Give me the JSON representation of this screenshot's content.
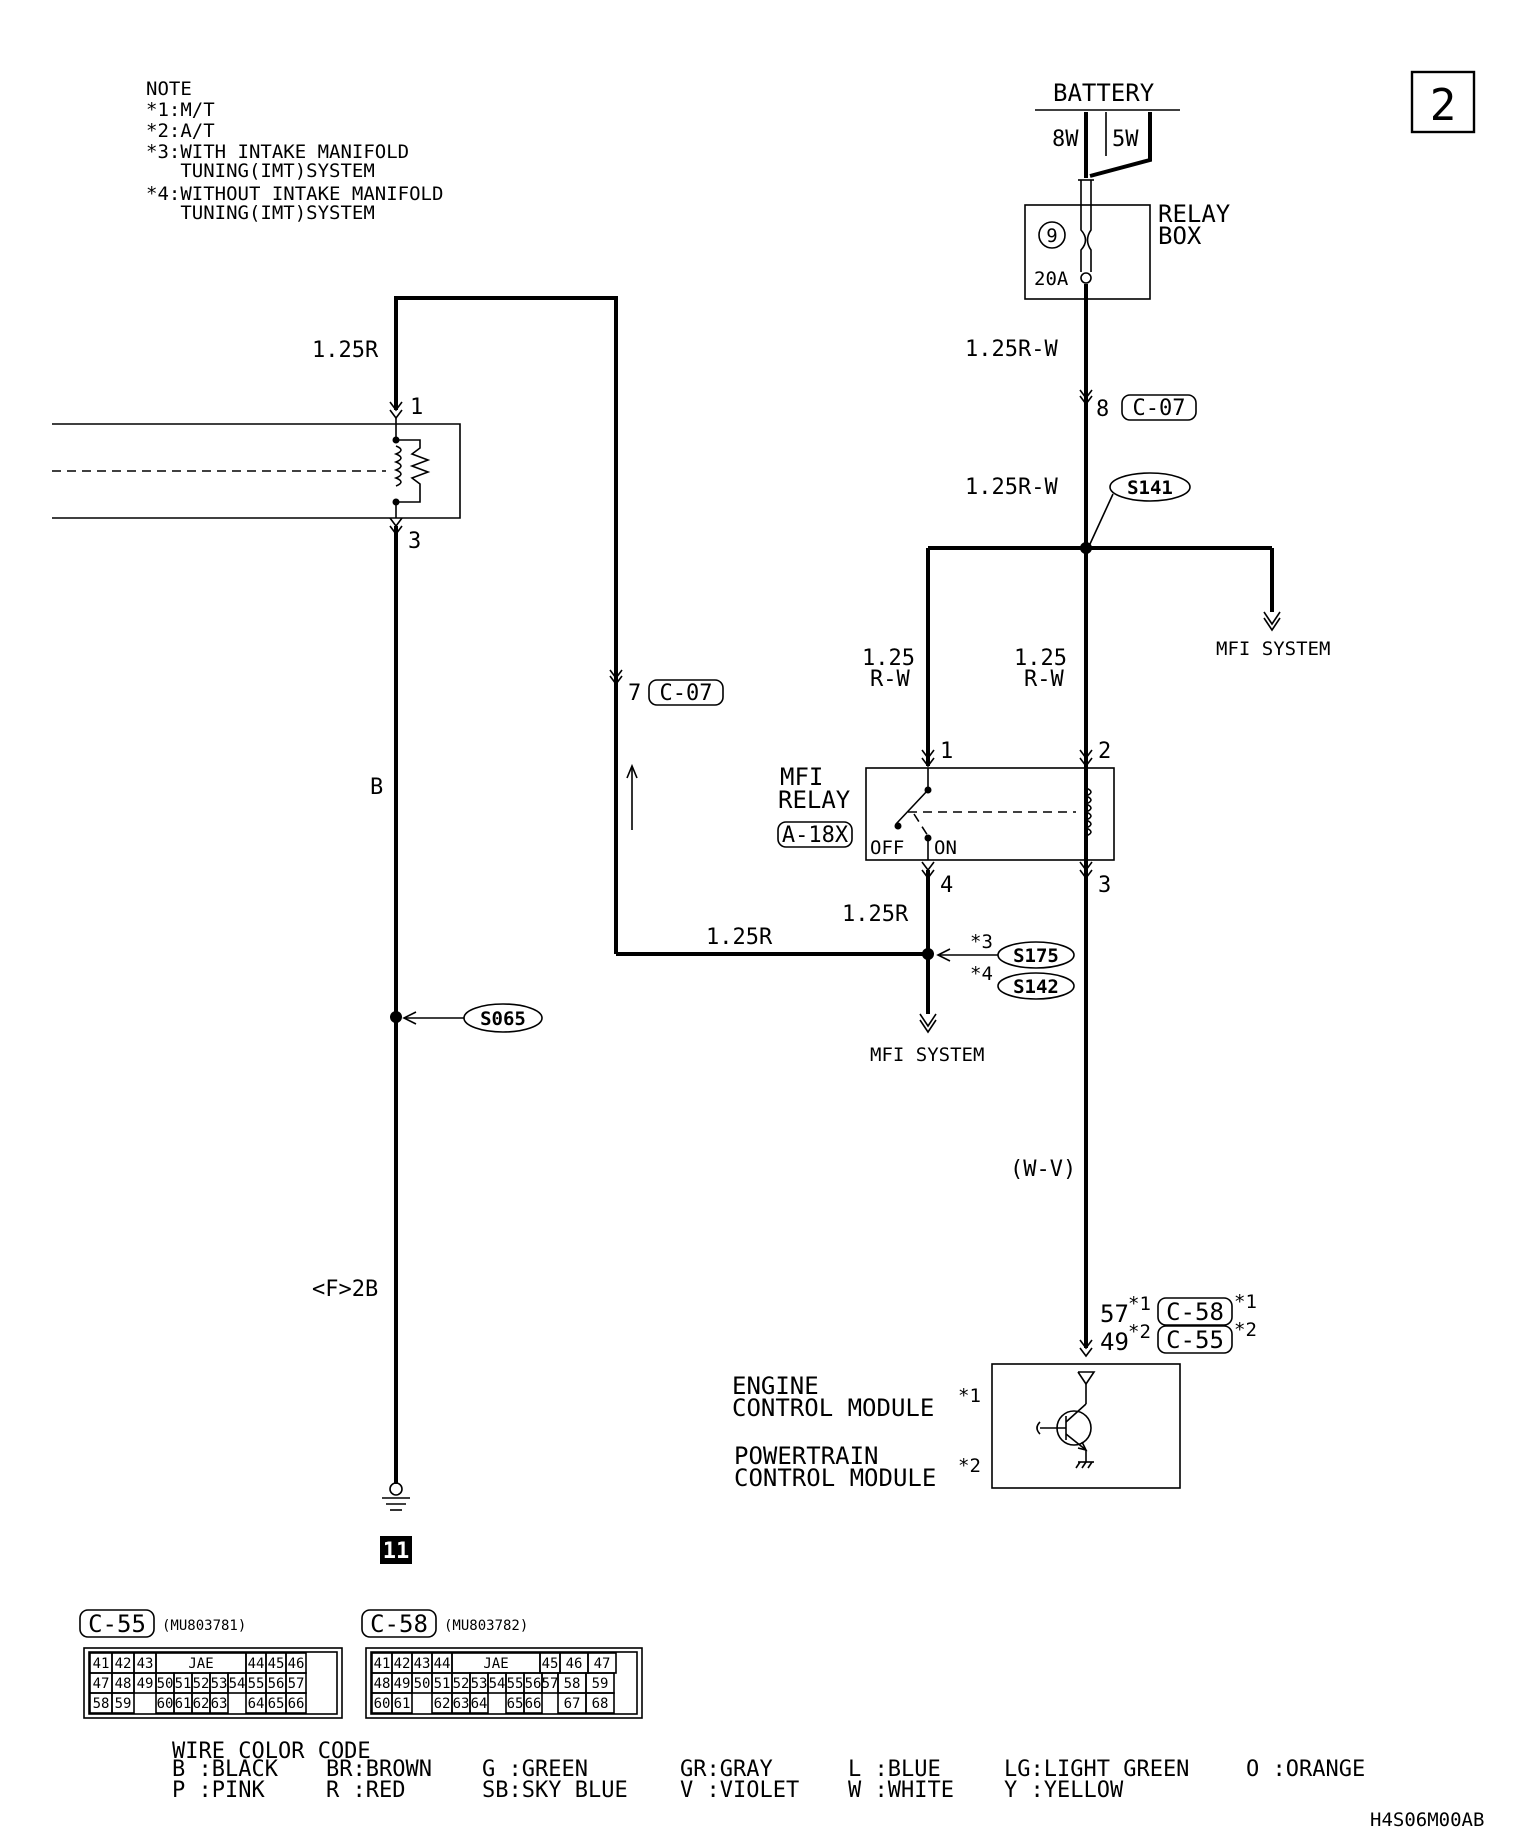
{
  "page_number": "2",
  "note": {
    "heading": "NOTE",
    "lines": [
      "*1:M/T",
      "*2:A/T",
      "*3:WITH INTAKE MANIFOLD",
      "   TUNING(IMT)SYSTEM",
      "*4:WITHOUT INTAKE MANIFOLD",
      "   TUNING(IMT)SYSTEM"
    ]
  },
  "battery": {
    "label": "BATTERY",
    "left_wire": "8W",
    "right_wire": "5W"
  },
  "relay_box": {
    "label_line1": "RELAY",
    "label_line2": "BOX",
    "fuse_number": "9",
    "fuse_rating": "20A"
  },
  "wires": {
    "w_top_left": "1.25R",
    "w_relaybox_out": "1.25R-W",
    "w_after_c07": "1.25R-W",
    "w_relay_pin1_l1": "1.25",
    "w_relay_pin1_l2": "R-W",
    "w_relay_pin2_l1": "1.25",
    "w_relay_pin2_l2": "R-W",
    "w_relay_pin4": "1.25R",
    "w_mid_horizontal": "1.25R",
    "w_left_vertical": "B",
    "w_left_lower": "<F>2B",
    "w_ecm_feed": "(W-V)"
  },
  "connectors": {
    "c07_pin8": "8",
    "c07_pin7": "7",
    "c07": "C-07",
    "relay_conn": "A-18X",
    "c58": "C-58",
    "c55": "C-55",
    "ecm_pin57": "57",
    "ecm_pin49": "49",
    "mark1": "*1",
    "mark2": "*2"
  },
  "component_pins": {
    "left_top": "1",
    "left_bottom": "3",
    "relay_1": "1",
    "relay_2": "2",
    "relay_3": "3",
    "relay_4": "4"
  },
  "splices": {
    "s141": "S141",
    "s175": "S175",
    "s142": "S142",
    "s065": "S065",
    "s175_note": "*3",
    "s142_note": "*4"
  },
  "mfi_relay": {
    "label_line1": "MFI",
    "label_line2": "RELAY",
    "off": "OFF",
    "on": "ON"
  },
  "mfi_system_right": "MFI SYSTEM",
  "mfi_system_bottom": "MFI SYSTEM",
  "ecm": {
    "line1": "ENGINE",
    "line2": "CONTROL MODULE",
    "mark1": "*1",
    "line3": "POWERTRAIN",
    "line4": "CONTROL MODULE",
    "mark2": "*2"
  },
  "ground_number": "11",
  "connector_tables": [
    {
      "name": "C-55",
      "part": "(MU803781)",
      "brand": "JAE",
      "row1": [
        "41",
        "42",
        "43",
        "44",
        "45",
        "46"
      ],
      "row2": [
        "47",
        "48",
        "49",
        "50",
        "51",
        "52",
        "53",
        "54",
        "55",
        "56",
        "57"
      ],
      "row3": [
        "58",
        "59",
        "60",
        "61",
        "62",
        "63",
        "64",
        "65",
        "66"
      ]
    },
    {
      "name": "C-58",
      "part": "(MU803782)",
      "brand": "JAE",
      "row1": [
        "41",
        "42",
        "43",
        "44",
        "45",
        "46",
        "47"
      ],
      "row2": [
        "48",
        "49",
        "50",
        "51",
        "52",
        "53",
        "54",
        "55",
        "56",
        "57",
        "58",
        "59"
      ],
      "row3": [
        "60",
        "61",
        "62",
        "63",
        "64",
        "65",
        "66",
        "67",
        "68"
      ]
    }
  ],
  "wire_color_code": {
    "title": "WIRE COLOR CODE",
    "entries": [
      "B :BLACK",
      "BR:BROWN",
      "G :GREEN",
      "GR:GRAY",
      "L :BLUE",
      "LG:LIGHT GREEN",
      "O :ORANGE",
      "P :PINK",
      "R :RED",
      "SB:SKY BLUE",
      "V :VIOLET",
      "W :WHITE",
      "Y :YELLOW"
    ]
  },
  "drawing_code": "H4S06M00AB"
}
